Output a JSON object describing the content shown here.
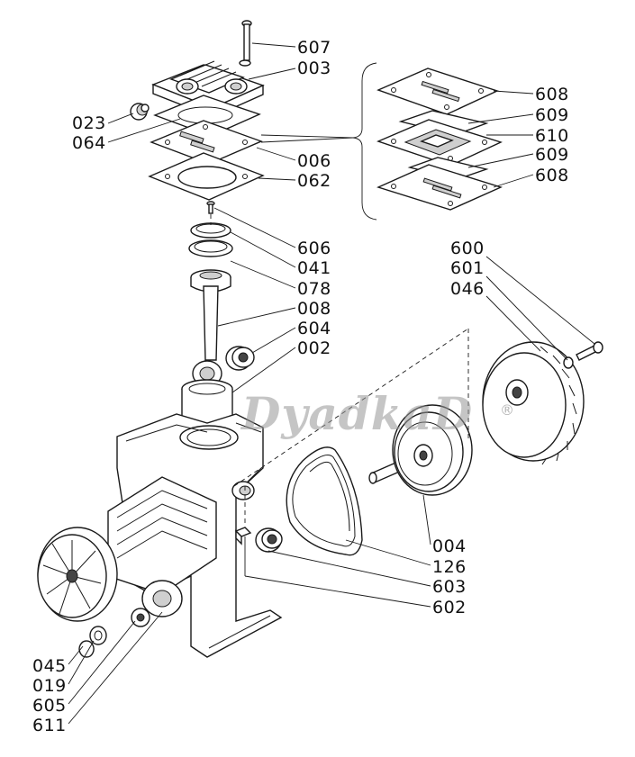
{
  "labels": [
    {
      "id": "607",
      "text": "607"
    },
    {
      "id": "003",
      "text": "003"
    },
    {
      "id": "023",
      "text": "023"
    },
    {
      "id": "064",
      "text": "064"
    },
    {
      "id": "006",
      "text": "006"
    },
    {
      "id": "062",
      "text": "062"
    },
    {
      "id": "608a",
      "text": "608"
    },
    {
      "id": "609a",
      "text": "609"
    },
    {
      "id": "610",
      "text": "610"
    },
    {
      "id": "609b",
      "text": "609"
    },
    {
      "id": "608b",
      "text": "608"
    },
    {
      "id": "606",
      "text": "606"
    },
    {
      "id": "041",
      "text": "041"
    },
    {
      "id": "078",
      "text": "078"
    },
    {
      "id": "008",
      "text": "008"
    },
    {
      "id": "604",
      "text": "604"
    },
    {
      "id": "002",
      "text": "002"
    },
    {
      "id": "600",
      "text": "600"
    },
    {
      "id": "601",
      "text": "601"
    },
    {
      "id": "046",
      "text": "046"
    },
    {
      "id": "004",
      "text": "004"
    },
    {
      "id": "126",
      "text": "126"
    },
    {
      "id": "603",
      "text": "603"
    },
    {
      "id": "602",
      "text": "602"
    },
    {
      "id": "045",
      "text": "045"
    },
    {
      "id": "019",
      "text": "019"
    },
    {
      "id": "605",
      "text": "605"
    },
    {
      "id": "611",
      "text": "611"
    }
  ],
  "watermark": {
    "text": "DyadkaD",
    "mark": "®"
  }
}
